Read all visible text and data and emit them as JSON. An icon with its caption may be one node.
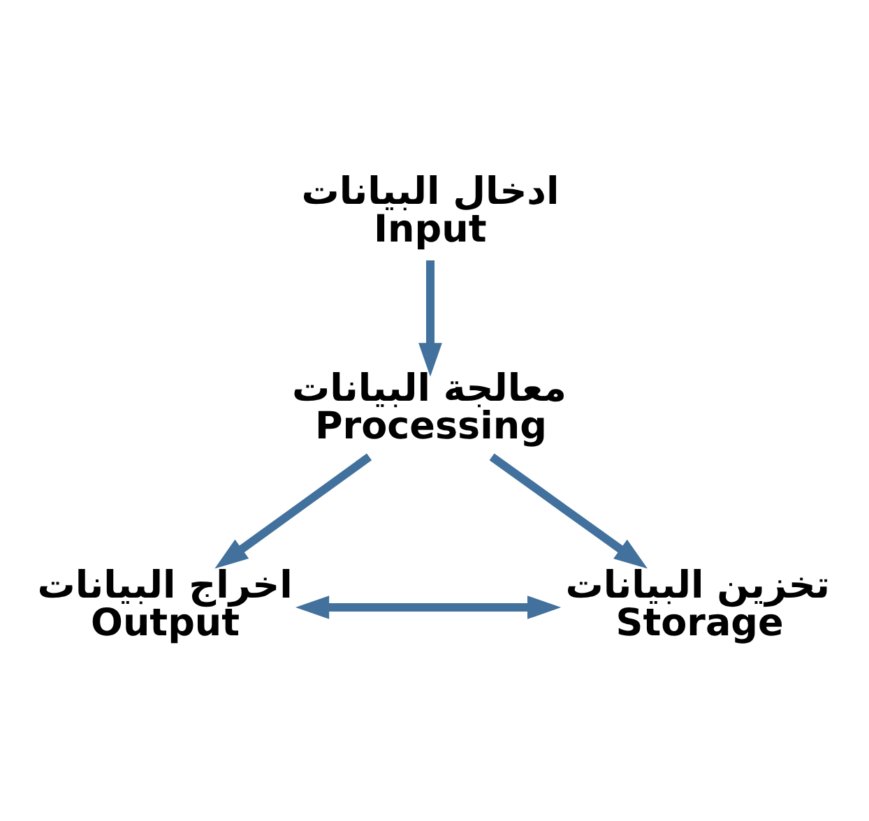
{
  "diagram": {
    "nodes": [
      {
        "text": [
          "ادخال البيانات",
          "Input"
        ]
      },
      {
        "text": [
          "معالجة البيانات",
          "Processing"
        ]
      },
      {
        "text": [
          "اخراج البيانات",
          "Output"
        ]
      },
      {
        "text": [
          "تخزين البيانات",
          "Storage"
        ]
      }
    ],
    "edges": [
      {
        "from": 0,
        "to": 1,
        "arrow": "to"
      },
      {
        "from": 1,
        "to": 2,
        "arrow": "to"
      },
      {
        "from": 1,
        "to": 3,
        "arrow": "to"
      },
      {
        "from": 2,
        "to": 3,
        "arrow": "both"
      }
    ]
  }
}
